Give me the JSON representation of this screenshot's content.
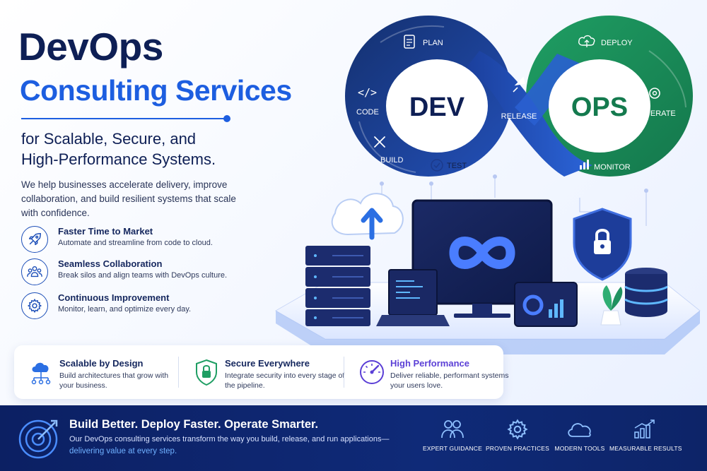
{
  "hero": {
    "title": "DevOps",
    "subtitle": "Consulting Services",
    "tagline_line1": "for Scalable, Secure, and",
    "tagline_line2": "High-Performance Systems.",
    "intro": "We help businesses accelerate delivery, improve collaboration, and build resilient systems that scale with confidence."
  },
  "benefits": [
    {
      "title": "Faster Time to Market",
      "desc": "Automate and streamline from code to cloud.",
      "icon": "rocket-icon"
    },
    {
      "title": "Seamless Collaboration",
      "desc": "Break silos and align teams with DevOps culture.",
      "icon": "team-icon"
    },
    {
      "title": "Continuous Improvement",
      "desc": "Monitor, learn, and optimize every day.",
      "icon": "gear-icon"
    }
  ],
  "loop": {
    "dev_label": "DEV",
    "ops_label": "OPS",
    "stages": {
      "plan": "PLAN",
      "code": "CODE",
      "build": "BUILD",
      "test": "TEST",
      "release": "RELEASE",
      "deploy": "DEPLOY",
      "operate": "OPERATE",
      "monitor": "MONITOR"
    }
  },
  "cards": [
    {
      "title": "Scalable by Design",
      "desc": "Build architectures that grow with your business.",
      "icon": "cloud-network-icon"
    },
    {
      "title": "Secure Everywhere",
      "desc": "Integrate security into every stage of the pipeline.",
      "icon": "shield-lock-icon"
    },
    {
      "title": "High Performance",
      "desc": "Deliver reliable, performant systems your users love.",
      "icon": "speedometer-icon"
    }
  ],
  "footer": {
    "title": "Build Better. Deploy Faster. Operate Smarter.",
    "desc": "Our DevOps consulting services transform the way you build, release, and run applications—",
    "desc_highlight": "delivering value at every step.",
    "features": [
      {
        "label": "EXPERT GUIDANCE",
        "icon": "people-icon"
      },
      {
        "label": "PROVEN PRACTICES",
        "icon": "gear-icon"
      },
      {
        "label": "MODERN TOOLS",
        "icon": "cloud-icon"
      },
      {
        "label": "MEASURABLE RESULTS",
        "icon": "growth-chart-icon"
      }
    ]
  },
  "colors": {
    "navy": "#0e1f55",
    "blue": "#1d5ee0",
    "dev_loop": "#1b3a8c",
    "ops_loop": "#1a8a5a",
    "footer_bg": "#0f2a78"
  }
}
